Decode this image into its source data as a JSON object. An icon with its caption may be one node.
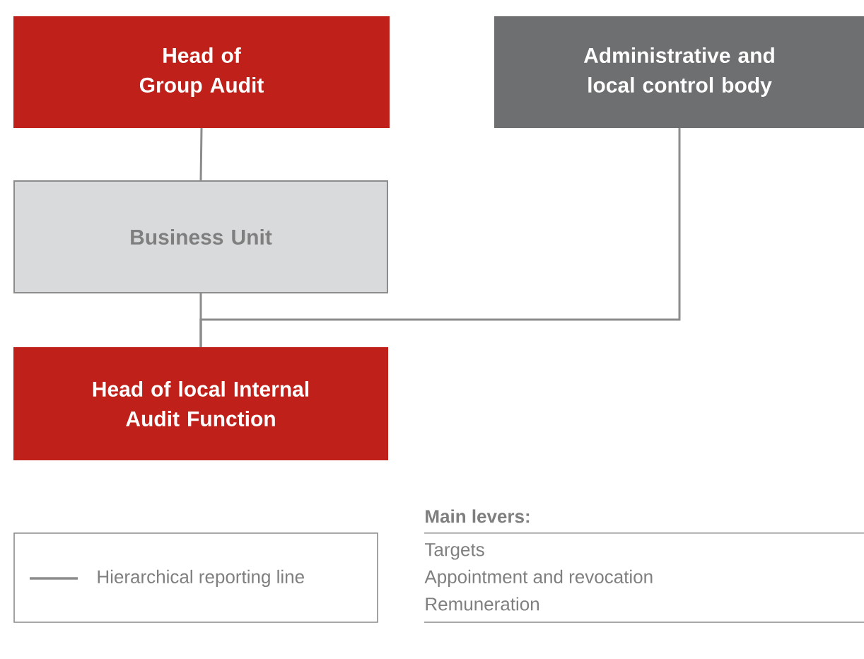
{
  "diagram": {
    "nodes": [
      {
        "text": [
          "Head of Group Audit"
        ]
      },
      {
        "text": [
          "Administrative and local control body"
        ]
      },
      {
        "text": [
          "Business Unit"
        ]
      },
      {
        "text": [
          "Head of local Internal Audit Function"
        ]
      }
    ],
    "edges": [
      {
        "from": 0,
        "to": 2,
        "arrow": "none"
      },
      {
        "from": 2,
        "to": 3,
        "arrow": "none"
      },
      {
        "from": 1,
        "to": 3,
        "arrow": "none"
      }
    ],
    "labels": [
      "Main levers:",
      "Targets",
      "Appointment and revocation",
      "Remuneration"
    ],
    "legend": [
      {
        "text": "Hierarchical reporting line"
      }
    ]
  }
}
